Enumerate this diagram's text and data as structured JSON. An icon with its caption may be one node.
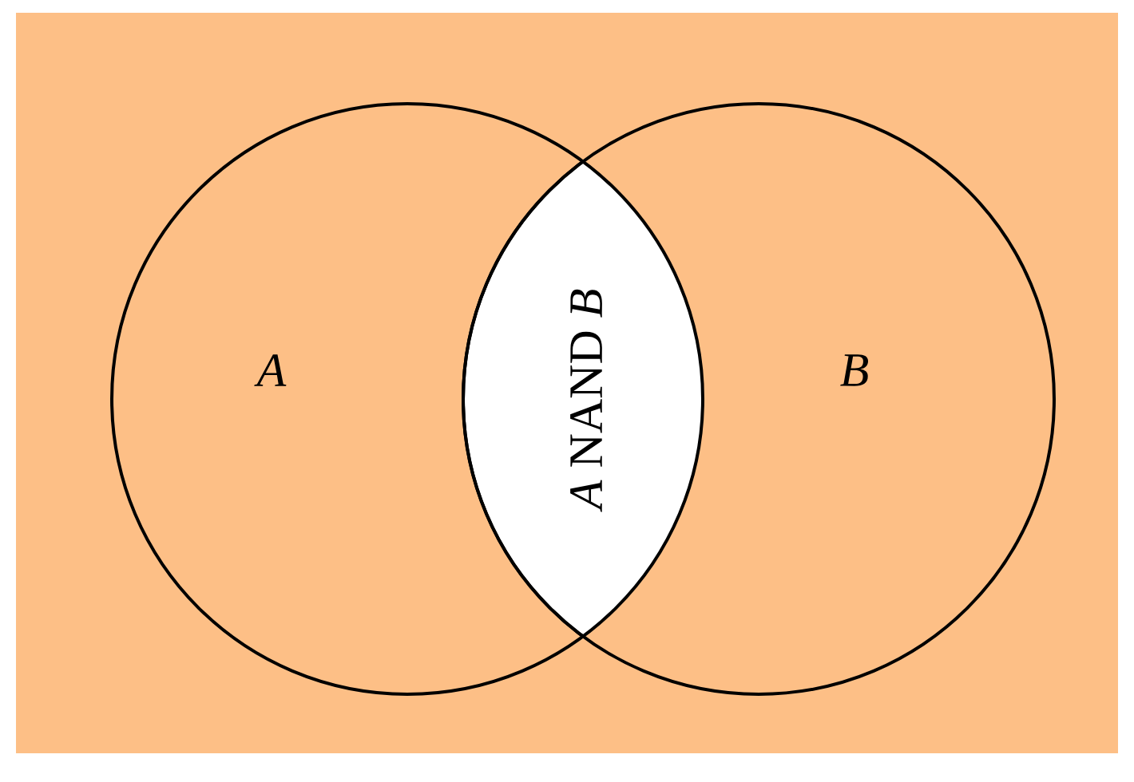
{
  "diagram": {
    "nodes": [
      {
        "text": [
          "*A*"
        ]
      },
      {
        "text": [
          "*B*"
        ]
      },
      {
        "text": [
          "*A* NAND *B*"
        ]
      }
    ]
  }
}
